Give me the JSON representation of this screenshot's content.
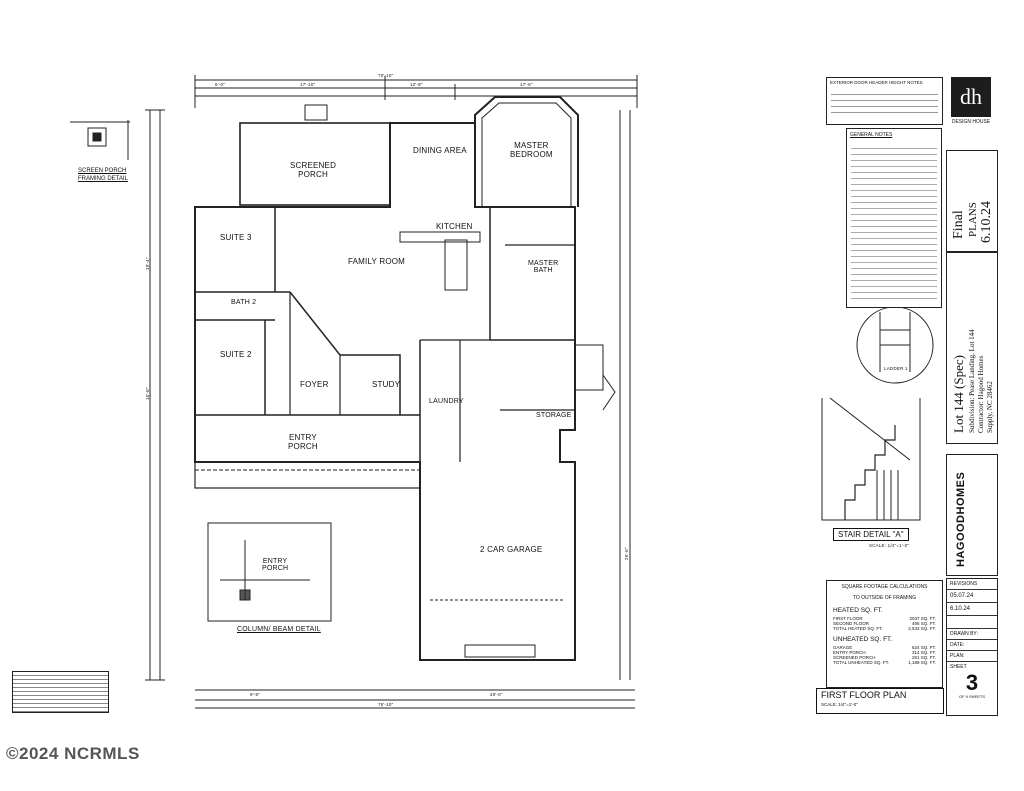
{
  "plan": {
    "rooms": {
      "screened_porch": "SCREENED\nPORCH",
      "dining_area": "DINING AREA",
      "master_bedroom": "MASTER\nBEDROOM",
      "kitchen": "KITCHEN",
      "family_room": "FAMILY ROOM",
      "suite_3": "SUITE 3",
      "suite_2": "SUITE 2",
      "bath_2": "BATH 2",
      "foyer": "FOYER",
      "study": "STUDY",
      "master_bath": "MASTER\nBATH",
      "laundry": "LAUNDRY",
      "storage": "STORAGE",
      "entry_porch": "ENTRY\nPORCH",
      "garage": "2 CAR GARAGE"
    },
    "dims": {
      "overall_top": "70'-10\"",
      "overall_bottom": "75'-10\"",
      "d1": "6'-0\"",
      "d2": "17'-10\"",
      "d3": "12'-8\"",
      "d4": "17'-6\"",
      "d5": "9'-8\"",
      "d6": "20'-0\"",
      "d7": "19'-4\"",
      "d8": "15'-6\"",
      "d9": "25'-6\""
    }
  },
  "details": {
    "screen_porch_title": "SCREEN PORCH\nFRAMING DETAIL",
    "column_beam_title": "COLUMN/ BEAM DETAIL",
    "column_entry_porch": "ENTRY\nPORCH",
    "ladder_label": "LADDER 1",
    "stair_title": "STAIR DETAIL \"A\"",
    "stair_scale": "SCALE: 1/4\"=1'-0\""
  },
  "exterior_door_header": {
    "title": "EXTERIOR DOOR HEADER HEIGHT NOTES"
  },
  "general_notes": {
    "title": "GENERAL NOTES"
  },
  "logo": {
    "monogram": "dh",
    "name": "DESIGN HOUSE"
  },
  "side_panel": {
    "final": "Final",
    "plans": "PLANS",
    "date": "6.10.24",
    "lot": "Lot 144 (Spec)",
    "subdivision": "Subdivision: Pease Landing, Lot 144",
    "contractor": "Contractor: Hagood Homes",
    "city": "Supply, NC 28462",
    "builder": "HAGOODHOMES"
  },
  "sqft": {
    "title": "SQUARE FOOTAGE CALCULATIONS",
    "subtitle": "TO OUTSIDE OF FRAMING",
    "heated_title": "HEATED SQ. FT.",
    "unheated_title": "UNHEATED SQ. FT.",
    "heated": [
      {
        "label": "FIRST FLOOR",
        "value": "2037 SQ. FT."
      },
      {
        "label": "SECOND FLOOR",
        "value": "495 SQ. FT."
      },
      {
        "label": "TOTAL HEATED SQ. FT.",
        "value": "2,532 SQ. FT."
      }
    ],
    "unheated": [
      {
        "label": "GARAGE",
        "value": "624 SQ. FT."
      },
      {
        "label": "ENTRY PORCH",
        "value": "314 SQ. FT."
      },
      {
        "label": "SCREENED PORCH",
        "value": "251 SQ. FT."
      },
      {
        "label": "TOTAL UNHEATED SQ. FT.",
        "value": "1,189 SQ. FT."
      }
    ]
  },
  "sheet_info": {
    "revisions": "REVISIONS",
    "rev1": "05.07.24",
    "rev2": "6.10.24",
    "drawn_by": "DRAWN BY:",
    "date_label": "DATE:",
    "plan_label": "PLAN:",
    "sheet_label": "SHEET",
    "sheet_number": "3",
    "of_sheets": "OF 9 SHEETS"
  },
  "title_block": {
    "first_floor": "FIRST FLOOR PLAN",
    "scale": "SCALE: 1/4\"=1'-0\""
  },
  "watermark": "©2024 NCRMLS"
}
